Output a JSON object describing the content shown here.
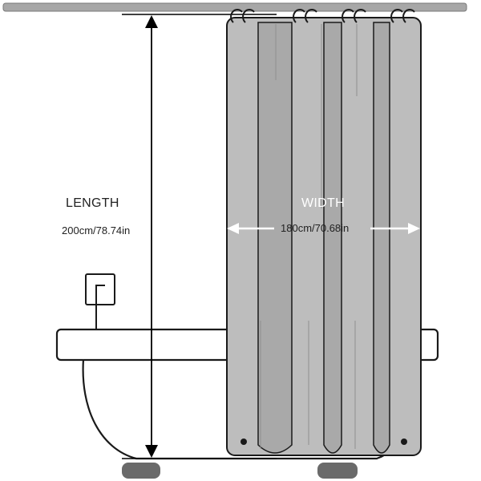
{
  "length": {
    "label": "LENGTH",
    "value": "200cm/78.74in"
  },
  "width": {
    "label": "WIDTH",
    "value": "180cm/70.68in"
  },
  "colors": {
    "curtain_fill": "#bdbdbd",
    "curtain_fold": "#a9a9a9",
    "outline": "#1a1a1a",
    "rod": "#a7a7a7",
    "arrow_length": "#000000",
    "arrow_width": "#ffffff",
    "feet": "#6a6a6a"
  },
  "icons": [
    "curtain-rod",
    "curtain-ring",
    "shower-curtain",
    "bathtub",
    "wall-hook",
    "dimension-arrow"
  ]
}
